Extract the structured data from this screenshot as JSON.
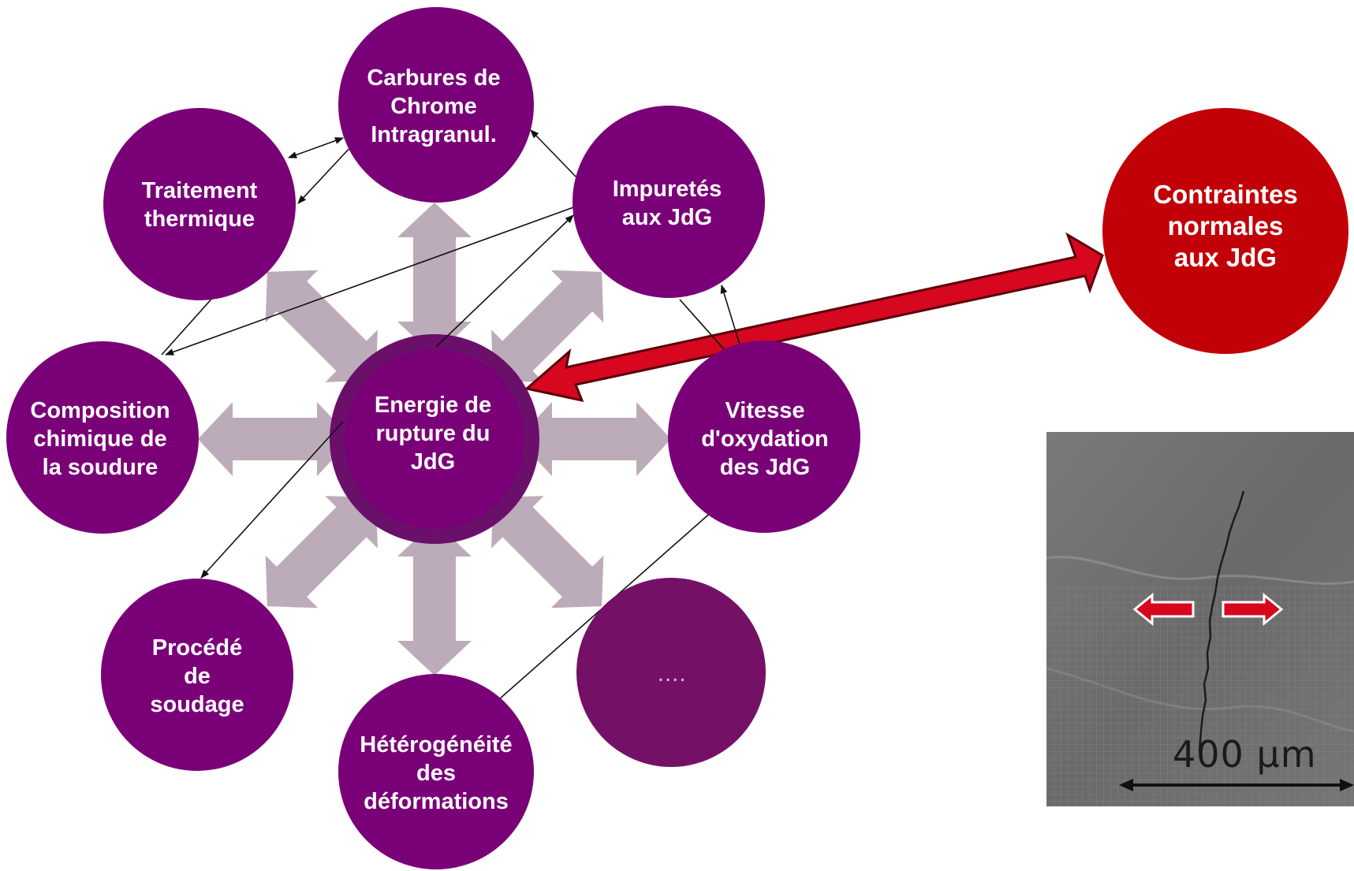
{
  "colors": {
    "node": "#7a0078",
    "center_ring": "#6a106a",
    "dim_node": "#741167",
    "big_arrows": "#bcabb9",
    "red_node": "#c10008",
    "red_arrow": "#d6071f",
    "connector": "#111111"
  },
  "center": {
    "label": "Energie de\nrupture du\nJdG"
  },
  "nodes": {
    "carbures": "Carbures de\nChrome\nIntragranul.",
    "impuretes": "Impuretés\naux JdG",
    "traitement": "Traitement\nthermique",
    "composition": "Composition\nchimique de\nla soudure",
    "vitesse": "Vitesse\nd'oxydation\ndes JdG",
    "procede": "Procédé\nde\nsoudage",
    "heterogeneite": "Hétérogénéité\ndes\ndéformations",
    "autres": "…."
  },
  "contraintes": {
    "label": "Contraintes\nnormales\naux JdG"
  },
  "micrograph": {
    "scale_label": "400 µm",
    "stress_arrows": [
      "left-arrow-icon",
      "right-arrow-icon"
    ]
  }
}
